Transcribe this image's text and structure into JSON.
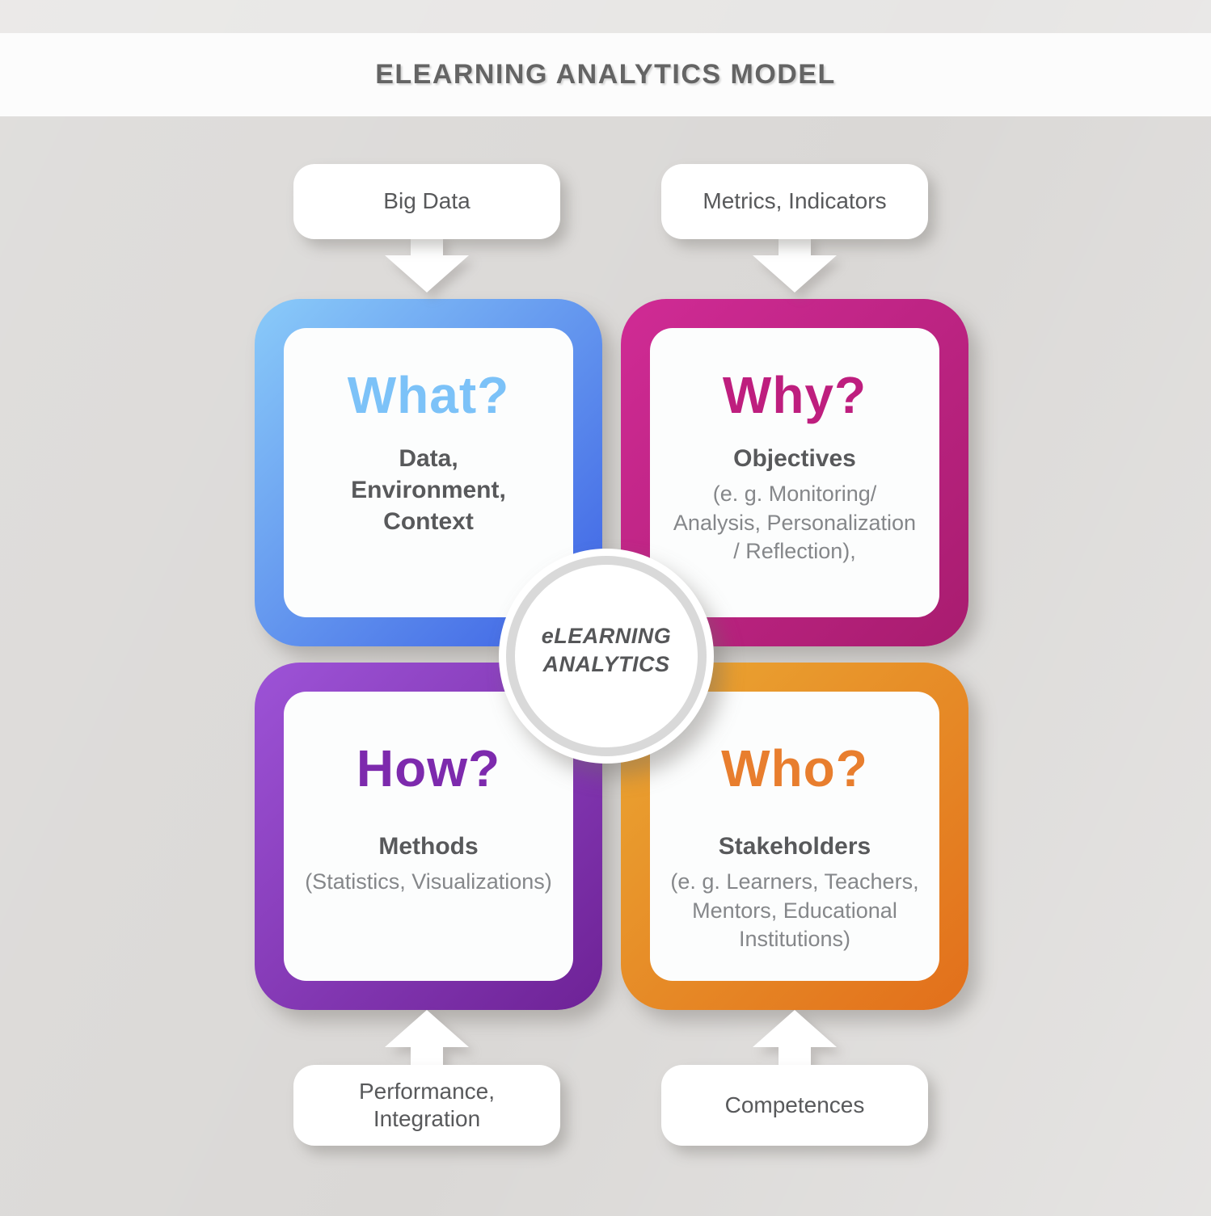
{
  "title": "ELEARNING ANALYTICS MODEL",
  "center": {
    "label": "eLEARNING\nANALYTICS"
  },
  "top_labels": [
    {
      "text": "Big Data"
    },
    {
      "text": "Metrics, Indicators"
    }
  ],
  "bottom_labels": [
    {
      "text": "Performance,\nIntegration"
    },
    {
      "text": "Competences"
    }
  ],
  "quadrants": [
    {
      "question": "What?",
      "question_color": "#7CC2F8",
      "frame_from": "#8ACBF9",
      "frame_to": "#3C60E4",
      "strong": "Data,\nEnvironment,\nContext",
      "light": ""
    },
    {
      "question": "Why?",
      "question_color": "#BE1E7E",
      "frame_from": "#D02B95",
      "frame_to": "#A81C6F",
      "strong": "Objectives",
      "light": "(e. g. Monitoring/\nAnalysis, Personalization\n/ Reflection),"
    },
    {
      "question": "How?",
      "question_color": "#7D2AAD",
      "frame_from": "#9D53D7",
      "frame_to": "#6E2296",
      "strong": "Methods",
      "light": "(Statistics, Visualizations)"
    },
    {
      "question": "Who?",
      "question_color": "#E87E2E",
      "frame_from": "#EBA833",
      "frame_to": "#E26F1B",
      "strong": "Stakeholders",
      "light": "(e. g. Learners, Teachers,\nMentors, Educational\nInstitutions)"
    }
  ],
  "colors": {
    "background": "#DAD8D6",
    "band": "#FCFCFC",
    "title_text": "#646464",
    "label_text": "#58595B",
    "strong_text": "#58595B",
    "light_text": "#85878A",
    "circle_ring": "#D9D9D9",
    "circle_text": "#555658",
    "arrow_fill": "#FFFFFF"
  }
}
